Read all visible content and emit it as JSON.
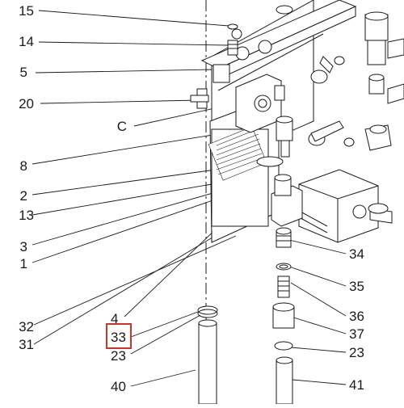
{
  "diagram": {
    "callouts_left": [
      "15",
      "14",
      "5",
      "20",
      "C",
      "8",
      "2",
      "13",
      "3",
      "1",
      "32",
      "31",
      "4",
      "33",
      "23",
      "40"
    ],
    "callouts_right": [
      "34",
      "35",
      "36",
      "37",
      "23",
      "41"
    ],
    "highlighted": "33",
    "highlight_color": "#c0392b",
    "line_color": "#1a1a1a"
  }
}
